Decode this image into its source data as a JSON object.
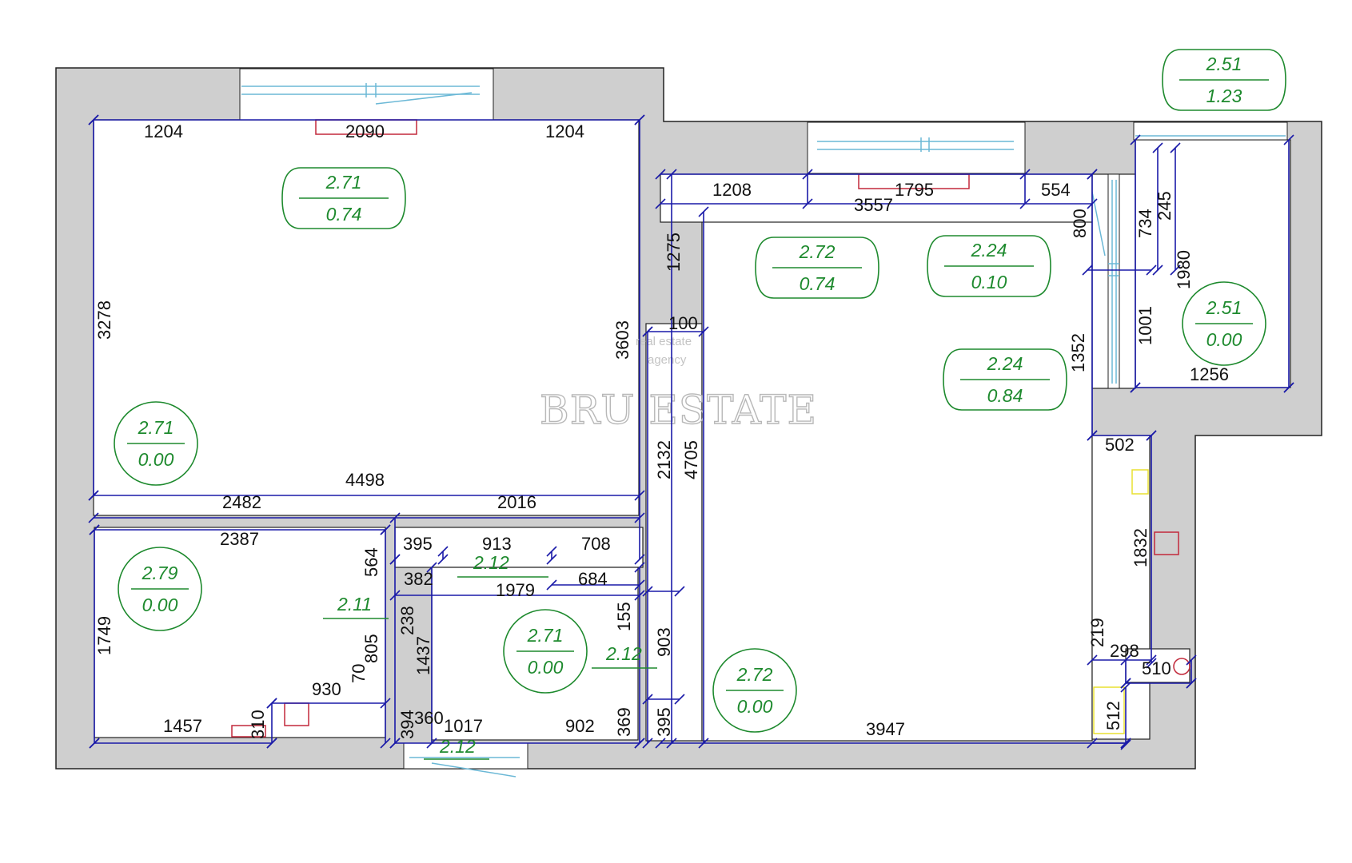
{
  "watermark": {
    "brand": "BRU ESTATE",
    "tagline_line1": "real estate",
    "tagline_line2": "agency"
  },
  "dimensions": {
    "d1204_left": "1204",
    "d2090": "2090",
    "d1204_right": "1204",
    "d3278": "3278",
    "d3603": "3603",
    "d4498": "4498",
    "d2482": "2482",
    "d2016": "2016",
    "d2387": "2387",
    "d564": "564",
    "d1749": "1749",
    "d805": "805",
    "d70": "70",
    "d930": "930",
    "d1457": "1457",
    "d310": "310",
    "d395_top": "395",
    "d913": "913",
    "d708": "708",
    "d382": "382",
    "d1979": "1979",
    "d684": "684",
    "d155": "155",
    "d238": "238",
    "d1437": "1437",
    "d394": "394",
    "d360": "360",
    "d1017": "1017",
    "d902": "902",
    "d369": "369",
    "d903": "903",
    "d395_bottom": "395",
    "d2132": "2132",
    "d4705": "4705",
    "d100": "100",
    "d1208": "1208",
    "d1795": "1795",
    "d554": "554",
    "d3557": "3557",
    "d1275": "1275",
    "d800": "800",
    "d1352": "1352",
    "d502": "502",
    "d1832": "1832",
    "d219": "219",
    "d298": "298",
    "d510": "510",
    "d512": "512",
    "d3947": "3947",
    "d734": "734",
    "d245": "245",
    "d1980": "1980",
    "d1001": "1001",
    "d1256": "1256"
  },
  "heights": {
    "h212_top": "2.12",
    "h211": "2.11",
    "h212_mid": "2.12",
    "h212_bottom": "2.12"
  },
  "level_badges": [
    {
      "top": "2.71",
      "bottom": "0.74"
    },
    {
      "top": "2.71",
      "bottom": "0.00"
    },
    {
      "top": "2.79",
      "bottom": "0.00"
    },
    {
      "top": "2.71",
      "bottom": "0.00"
    },
    {
      "top": "2.72",
      "bottom": "0.74"
    },
    {
      "top": "2.24",
      "bottom": "0.10"
    },
    {
      "top": "2.24",
      "bottom": "0.84"
    },
    {
      "top": "2.72",
      "bottom": "0.00"
    },
    {
      "top": "2.51",
      "bottom": "0.00"
    },
    {
      "top": "2.51",
      "bottom": "1.23"
    }
  ],
  "colors": {
    "wall": "#cfcfcf",
    "dimension_line": "#1a1aa8",
    "level_marker": "#1e8a2e",
    "window": "#6bb8d6",
    "radiator": "#c2293b"
  }
}
